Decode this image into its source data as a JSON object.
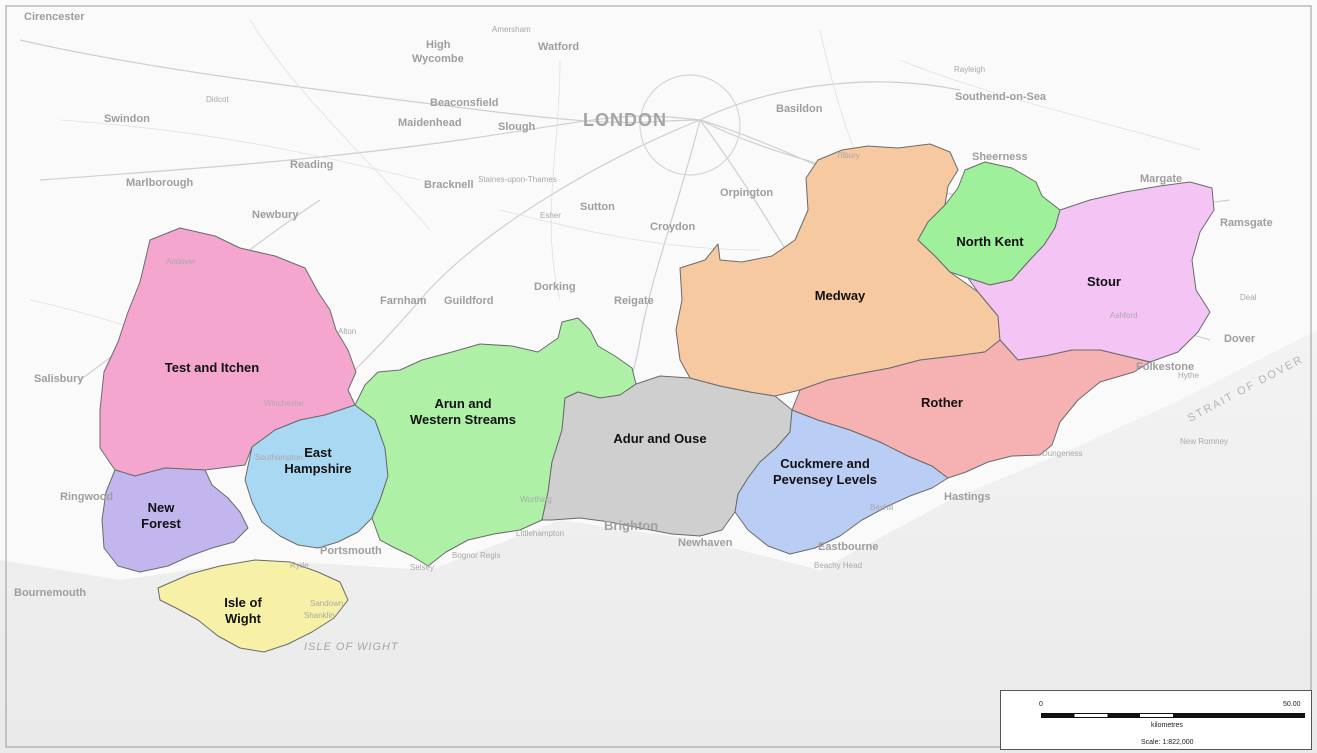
{
  "regions": [
    {
      "id": "test-and-itchen",
      "lines": [
        "Test and Itchen"
      ],
      "color": "#f4a6cf"
    },
    {
      "id": "new-forest",
      "lines": [
        "New",
        "Forest"
      ],
      "color": "#c3b6ee"
    },
    {
      "id": "east-hampshire",
      "lines": [
        "East",
        "Hampshire"
      ],
      "color": "#a9d9f2"
    },
    {
      "id": "isle-of-wight",
      "lines": [
        "Isle of",
        "Wight"
      ],
      "color": "#f7f1a8"
    },
    {
      "id": "arun-and-western-streams",
      "lines": [
        "Arun and",
        "Western Streams"
      ],
      "color": "#aef0a6"
    },
    {
      "id": "adur-and-ouse",
      "lines": [
        "Adur and Ouse"
      ],
      "color": "#cfcfcf"
    },
    {
      "id": "cuckmere-and-pevensey-levels",
      "lines": [
        "Cuckmere and",
        "Pevensey Levels"
      ],
      "color": "#b9cdf5"
    },
    {
      "id": "medway",
      "lines": [
        "Medway"
      ],
      "color": "#f6c9a0"
    },
    {
      "id": "north-kent",
      "lines": [
        "North Kent"
      ],
      "color": "#9ff09a"
    },
    {
      "id": "stour",
      "lines": [
        "Stour"
      ],
      "color": "#f4c4f5"
    },
    {
      "id": "rother",
      "lines": [
        "Rother"
      ],
      "color": "#f6b2b2"
    }
  ],
  "places": [
    {
      "name": "LONDON",
      "size": "lg"
    },
    {
      "name": "Southend-on-Sea",
      "size": "md"
    },
    {
      "name": "Swindon",
      "size": "md"
    },
    {
      "name": "Reading",
      "size": "md"
    },
    {
      "name": "Marlborough",
      "size": "md"
    },
    {
      "name": "Newbury",
      "size": "md"
    },
    {
      "name": "High",
      "size": "md"
    },
    {
      "name": "Wycombe",
      "size": "md"
    },
    {
      "name": "Beaconsfield",
      "size": "md"
    },
    {
      "name": "Maidenhead",
      "size": "md"
    },
    {
      "name": "Slough",
      "size": "md"
    },
    {
      "name": "Bracknell",
      "size": "md"
    },
    {
      "name": "Farnham",
      "size": "md"
    },
    {
      "name": "Guildford",
      "size": "md"
    },
    {
      "name": "Dorking",
      "size": "md"
    },
    {
      "name": "Reigate",
      "size": "md"
    },
    {
      "name": "Croydon",
      "size": "md"
    },
    {
      "name": "Sutton",
      "size": "md"
    },
    {
      "name": "Orpington",
      "size": "md"
    },
    {
      "name": "Basildon",
      "size": "md"
    },
    {
      "name": "Sheerness",
      "size": "md"
    },
    {
      "name": "Margate",
      "size": "md"
    },
    {
      "name": "Ramsgate",
      "size": "md"
    },
    {
      "name": "Deal",
      "size": "sm"
    },
    {
      "name": "Dover",
      "size": "md"
    },
    {
      "name": "Folkestone",
      "size": "md"
    },
    {
      "name": "Ashford",
      "size": "sm"
    },
    {
      "name": "Hastings",
      "size": "md"
    },
    {
      "name": "Eastbourne",
      "size": "md"
    },
    {
      "name": "Newhaven",
      "size": "md"
    },
    {
      "name": "Brighton",
      "size": "lg2"
    },
    {
      "name": "Worthing",
      "size": "sm"
    },
    {
      "name": "Portsmouth",
      "size": "md"
    },
    {
      "name": "Southampton",
      "size": "sm"
    },
    {
      "name": "Winchester",
      "size": "sm"
    },
    {
      "name": "Salisbury",
      "size": "md"
    },
    {
      "name": "Ringwood",
      "size": "md"
    },
    {
      "name": "Bournemouth",
      "size": "md"
    },
    {
      "name": "Dungeness",
      "size": "sm"
    },
    {
      "name": "Beachy Head",
      "size": "sm"
    },
    {
      "name": "Bognor Regis",
      "size": "sm"
    },
    {
      "name": "Selsey",
      "size": "sm"
    },
    {
      "name": "Ryde",
      "size": "sm"
    },
    {
      "name": "Sandown",
      "size": "sm"
    },
    {
      "name": "Shanklin",
      "size": "sm"
    },
    {
      "name": "ISLE OF WIGHT",
      "size": "it"
    },
    {
      "name": "STRAIT OF DOVER",
      "size": "strait"
    },
    {
      "name": "Cirencester",
      "size": "md"
    },
    {
      "name": "Amersham",
      "size": "sm"
    },
    {
      "name": "Watford",
      "size": "md"
    },
    {
      "name": "Staines-upon-Thames",
      "size": "sm"
    },
    {
      "name": "Esher",
      "size": "sm"
    },
    {
      "name": "Tilbury",
      "size": "sm"
    },
    {
      "name": "Rayleigh",
      "size": "sm"
    },
    {
      "name": "Didcot",
      "size": "sm"
    },
    {
      "name": "Andover",
      "size": "sm"
    },
    {
      "name": "Alton",
      "size": "sm"
    },
    {
      "name": "Hythe",
      "size": "sm"
    },
    {
      "name": "New Romney",
      "size": "sm"
    },
    {
      "name": "Bexhill",
      "size": "sm"
    },
    {
      "name": "Littlehampton",
      "size": "sm"
    }
  ],
  "scale_bar": {
    "start": "0",
    "end": "50.00",
    "unit": "kilometres",
    "scale": "Scale: 1:822,000"
  }
}
